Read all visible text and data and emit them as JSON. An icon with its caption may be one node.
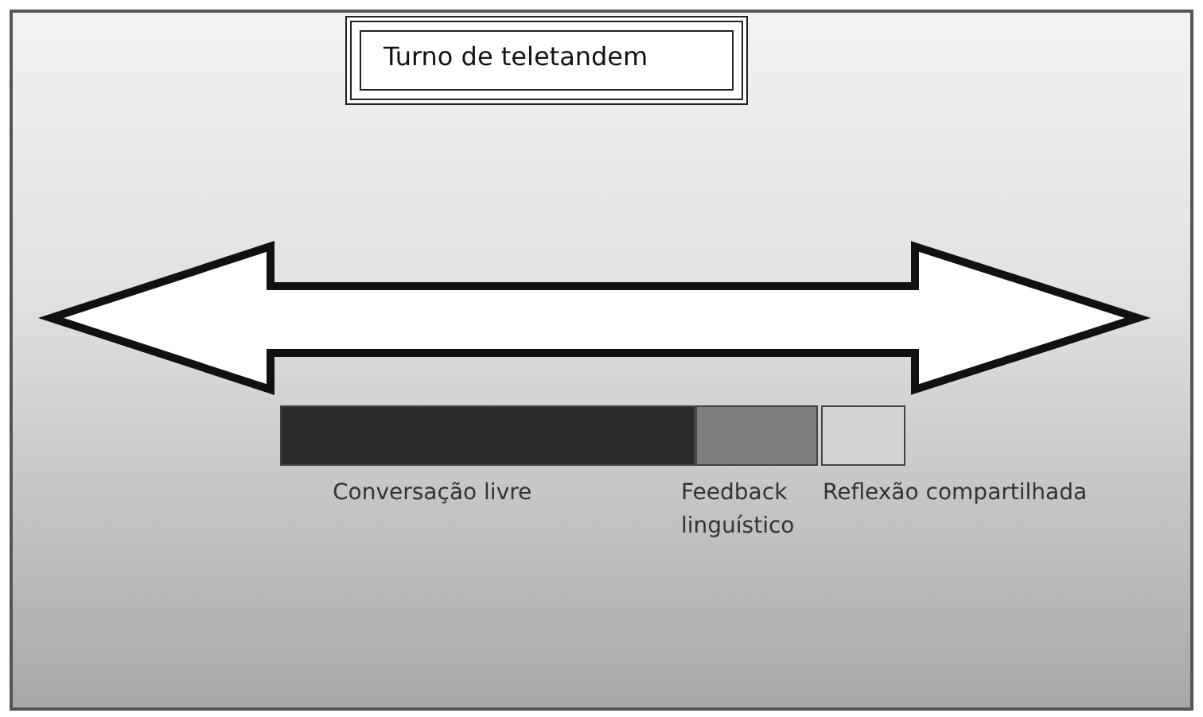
{
  "diagram": {
    "nodes": [
      {
        "text": [
          "Turno de teletandem"
        ]
      },
      {
        "text": [
          "Conversação livre"
        ]
      },
      {
        "text": [
          "Feedback linguístico"
        ]
      },
      {
        "text": [
          "Reflexão compartilhada"
        ]
      }
    ]
  }
}
